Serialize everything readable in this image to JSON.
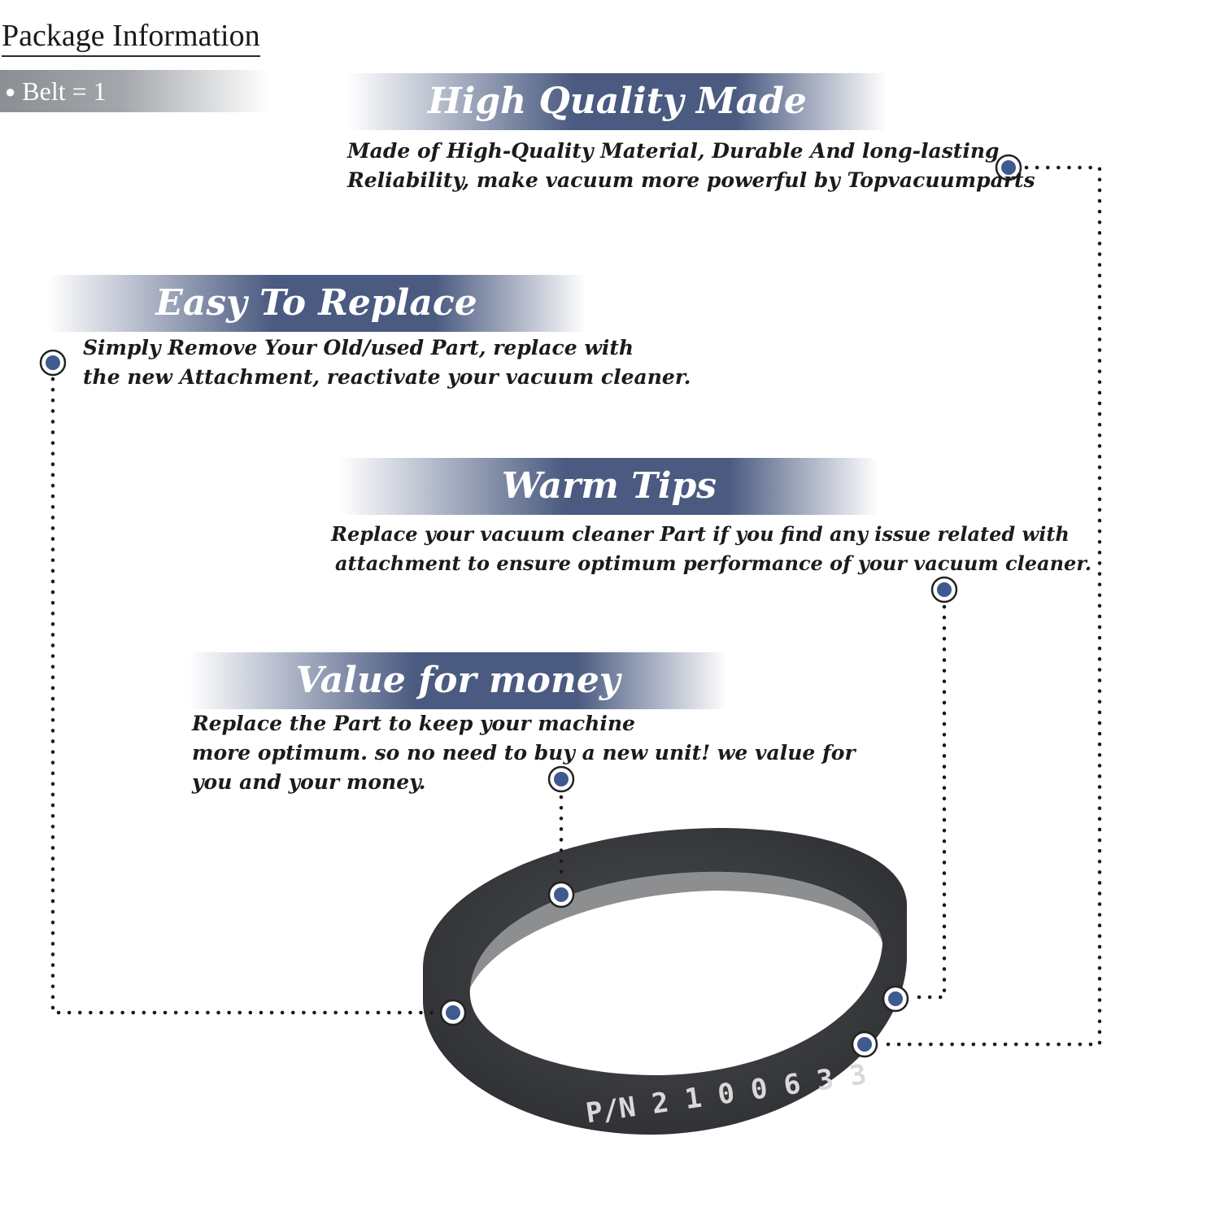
{
  "package": {
    "title": "Package Information",
    "item": "Belt = 1"
  },
  "sections": {
    "high_quality": {
      "title": "High Quality Made",
      "lines": [
        "Made of  High-Quality Material, Durable And long-lasting",
        "Reliability, make vacuum more powerful by Topvacuumparts"
      ]
    },
    "easy_replace": {
      "title": "Easy To Replace",
      "lines": [
        "Simply Remove Your Old/used Part, replace with",
        "the new Attachment, reactivate your vacuum cleaner."
      ]
    },
    "warm_tips": {
      "title": "Warm Tips",
      "lines": [
        "Replace your vacuum cleaner Part if you find any issue related with",
        "attachment to ensure optimum performance of your vacuum cleaner."
      ]
    },
    "value": {
      "title": "Value for money",
      "lines": [
        "Replace the Part to keep your machine",
        "more optimum. so no need to buy a new unit! we value for",
        "you and your money."
      ]
    }
  },
  "belt": {
    "imprint": "P/N 2 1 0 0 6 3 3"
  },
  "colors": {
    "banner": "#4a5a80",
    "marker": "#3f5a8e",
    "belt": "#3b3d40"
  }
}
